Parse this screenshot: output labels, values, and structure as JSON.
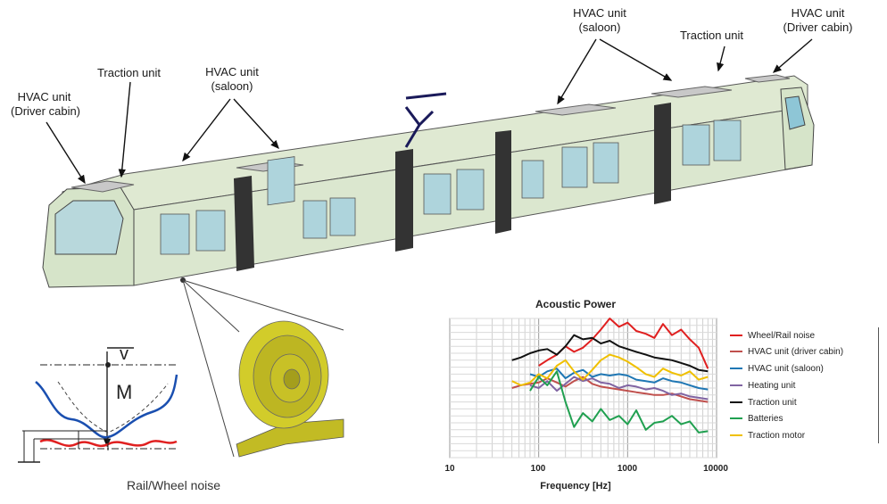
{
  "annotations": {
    "hvac_driver_left": [
      "HVAC unit",
      "(Driver cabin)"
    ],
    "traction_left": [
      "Traction unit"
    ],
    "hvac_saloon_left": [
      "HVAC unit",
      "(saloon)"
    ],
    "hvac_saloon_right": [
      "HVAC unit",
      "(saloon)"
    ],
    "traction_right": [
      "Traction unit"
    ],
    "hvac_driver_right": [
      "HVAC unit",
      "(Driver cabin)"
    ]
  },
  "rail_wheel": {
    "caption": "Rail/Wheel noise",
    "v_symbol": "v",
    "m_symbol": "M"
  },
  "chart_data": {
    "type": "line",
    "title": "Acoustic Power",
    "xlabel": "Frequency [Hz]",
    "ylabel": "",
    "xscale": "log",
    "xlim": [
      10,
      10000
    ],
    "xticks": [
      "10",
      "100",
      "1000",
      "10000"
    ],
    "ylim": [
      0,
      100
    ],
    "grid": true,
    "legend_position": "right",
    "x": [
      50,
      63,
      80,
      100,
      125,
      160,
      200,
      250,
      315,
      400,
      500,
      630,
      800,
      1000,
      1250,
      1600,
      2000,
      2500,
      3150,
      4000,
      5000,
      6300,
      8000
    ],
    "series": [
      {
        "name": "Wheel/Rail noise",
        "color": "#e02020",
        "values": [
          null,
          null,
          null,
          66,
          70,
          74,
          80,
          76,
          79,
          85,
          92,
          100,
          94,
          97,
          91,
          89,
          86,
          96,
          88,
          92,
          85,
          79,
          64
        ]
      },
      {
        "name": "HVAC unit (driver cabin)",
        "color": "#c0504d",
        "values": [
          50,
          52,
          53,
          54,
          57,
          54,
          51,
          55,
          58,
          53,
          51,
          50,
          49,
          48,
          47,
          46,
          45,
          45,
          46,
          44,
          42,
          41,
          40
        ]
      },
      {
        "name": "HVAC unit (saloon)",
        "color": "#1f77b4",
        "values": [
          null,
          null,
          60,
          58,
          62,
          64,
          57,
          61,
          63,
          58,
          60,
          59,
          60,
          59,
          56,
          55,
          54,
          57,
          55,
          54,
          52,
          50,
          49
        ]
      },
      {
        "name": "Heating unit",
        "color": "#8064a2",
        "values": [
          null,
          null,
          52,
          50,
          55,
          48,
          53,
          58,
          55,
          57,
          54,
          53,
          50,
          52,
          51,
          49,
          50,
          48,
          45,
          46,
          44,
          43,
          42
        ]
      },
      {
        "name": "Traction unit",
        "color": "#111111",
        "values": [
          70,
          72,
          75,
          77,
          78,
          74,
          80,
          88,
          85,
          86,
          82,
          84,
          80,
          78,
          76,
          74,
          72,
          71,
          70,
          68,
          66,
          63,
          62
        ]
      },
      {
        "name": "Batteries",
        "color": "#20a050",
        "values": [
          null,
          null,
          48,
          58,
          52,
          62,
          40,
          22,
          32,
          26,
          35,
          27,
          30,
          24,
          34,
          20,
          25,
          26,
          30,
          24,
          26,
          18,
          19
        ]
      },
      {
        "name": "Traction motor",
        "color": "#f0c000",
        "values": [
          55,
          52,
          54,
          60,
          57,
          66,
          70,
          62,
          56,
          63,
          70,
          74,
          72,
          69,
          65,
          60,
          58,
          64,
          61,
          59,
          62,
          56,
          58
        ]
      }
    ]
  }
}
